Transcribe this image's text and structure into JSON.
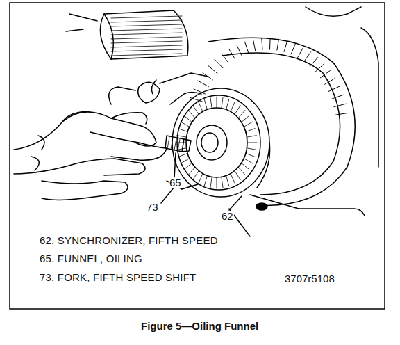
{
  "diagram": {
    "caption": "Figure 5—Oiling Funnel",
    "labels": [
      "65",
      "73",
      "62",
      "62. SYNCHRONIZER, FIFTH SPEED",
      "65. FUNNEL, OILING",
      "73. FORK, FIFTH SPEED SHIFT",
      "3707r5108"
    ]
  }
}
